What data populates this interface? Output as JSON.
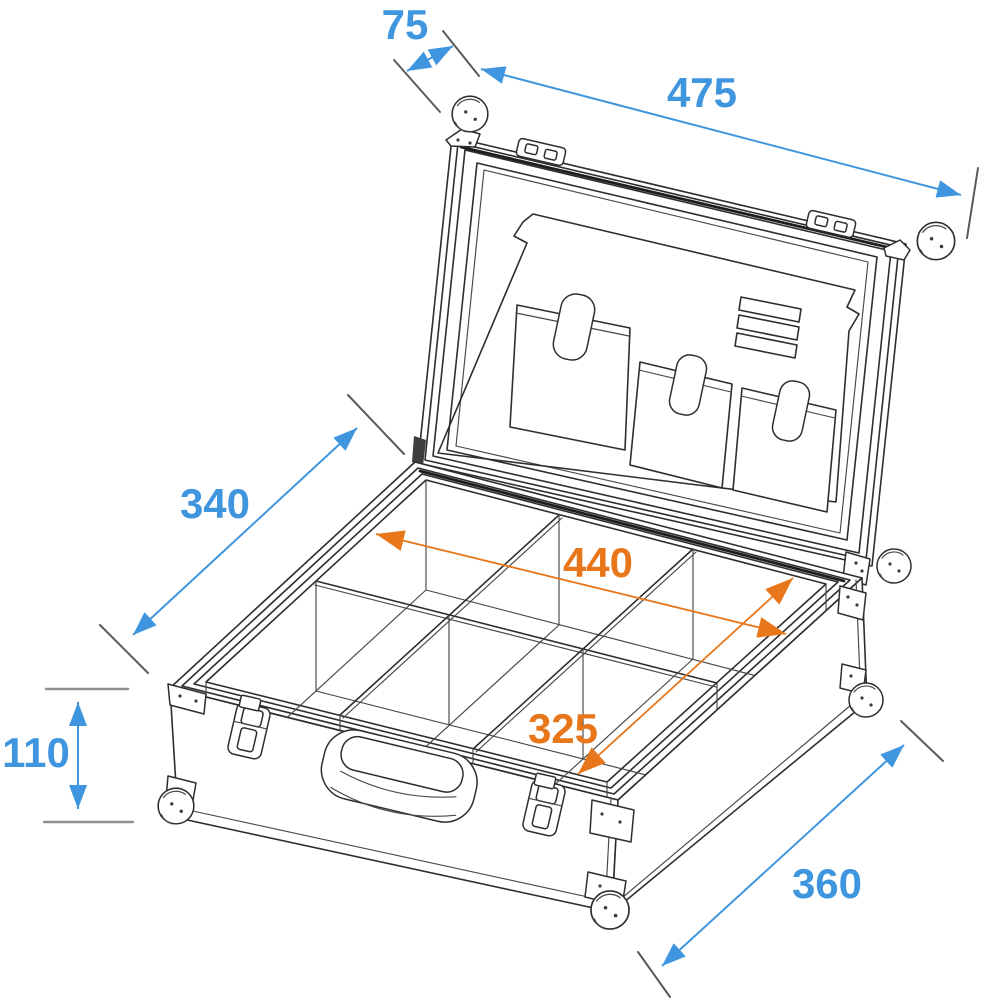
{
  "page": {
    "background": "#ffffff"
  },
  "diagram": {
    "type": "technical-drawing",
    "subject": "open flight case with six inner compartments, lid document pockets, handle, butterfly latches and ball corners",
    "colors": {
      "blue": "#3F96DF",
      "orange": "#E8761A",
      "ink": "#2E2E2E",
      "tick": "#8F8F8F"
    },
    "dimensions": {
      "d75": {
        "value": "75"
      },
      "d475": {
        "value": "475"
      },
      "d340": {
        "value": "340"
      },
      "d440": {
        "value": "440"
      },
      "d325": {
        "value": "325"
      },
      "d110": {
        "value": "110"
      },
      "d360": {
        "value": "360"
      }
    }
  }
}
